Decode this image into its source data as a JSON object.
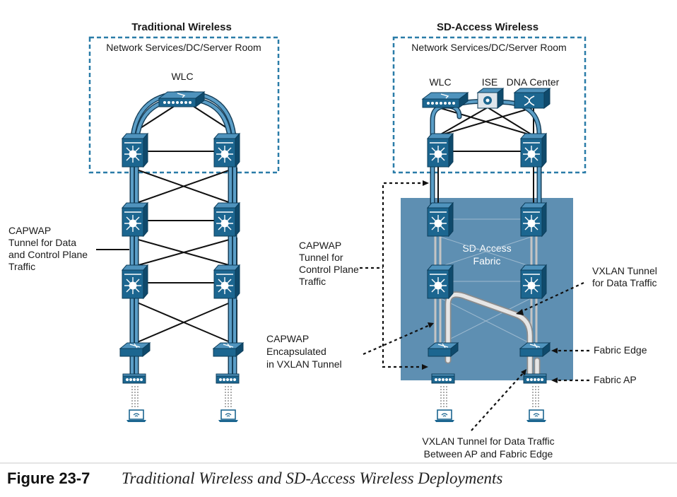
{
  "diagram": {
    "left_title": "Traditional Wireless",
    "right_title": "SD-Access Wireless",
    "left_box_label": "Network Services/DC/Server Room",
    "right_box_label": "Network Services/DC/Server Room",
    "left_wlc_label": "WLC",
    "right_wlc_label": "WLC",
    "ise_label": "ISE",
    "dna_label": "DNA Center",
    "fabric_label": [
      "SD-Access",
      "Fabric"
    ],
    "left_capwap_label": [
      "CAPWAP",
      "Tunnel for Data",
      "and Control Plane",
      "Traffic"
    ],
    "control_capwap_label": [
      "CAPWAP",
      "Tunnel for",
      "Control Plane",
      "Traffic"
    ],
    "encap_capwap_label": [
      "CAPWAP",
      "Encapsulated",
      "in VXLAN Tunnel"
    ],
    "vxlan_data_label": [
      "VXLAN Tunnel",
      "for Data Traffic"
    ],
    "fabric_edge_label": "Fabric Edge",
    "fabric_ap_label": "Fabric AP",
    "vxlan_ap_label": [
      "VXLAN Tunnel for Data Traffic",
      "Between AP and Fabric Edge"
    ]
  },
  "caption": {
    "number": "Figure 23-7",
    "text": "Traditional Wireless and SD-Access Wireless Deployments"
  },
  "colors": {
    "device_blue": "#1c6690",
    "fabric_blue": "#5e8fb2",
    "box_dash": "#2a7ca8",
    "tunnel_blue": "#5b9ec7"
  }
}
